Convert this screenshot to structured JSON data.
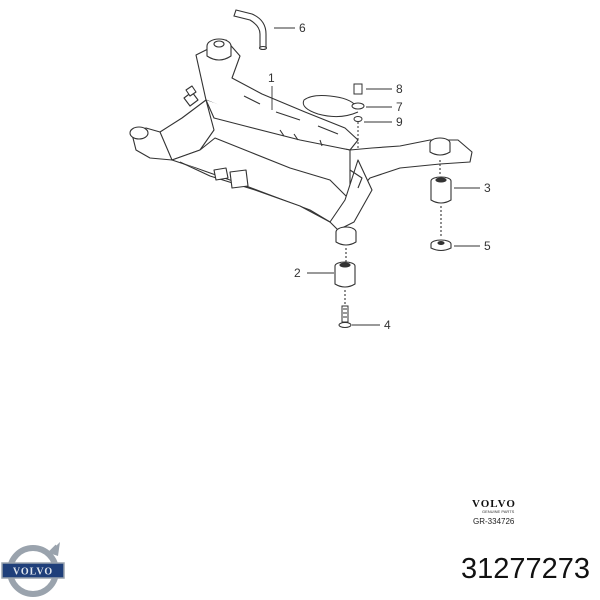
{
  "callouts": [
    {
      "id": "1",
      "label": "1"
    },
    {
      "id": "2",
      "label": "2"
    },
    {
      "id": "3",
      "label": "3"
    },
    {
      "id": "4",
      "label": "4"
    },
    {
      "id": "5",
      "label": "5"
    },
    {
      "id": "6",
      "label": "6"
    },
    {
      "id": "7",
      "label": "7"
    },
    {
      "id": "8",
      "label": "8"
    },
    {
      "id": "9",
      "label": "9"
    }
  ],
  "stamp": {
    "brand": "VOLVO",
    "subtitle": "GENUINE PARTS",
    "ref_code": "GR-334726"
  },
  "logo": {
    "text": "VOLVO",
    "color": "#1f3f7a"
  },
  "part_number": "31277273",
  "colors": {
    "line": "#333333",
    "fill": "#ffffff"
  }
}
